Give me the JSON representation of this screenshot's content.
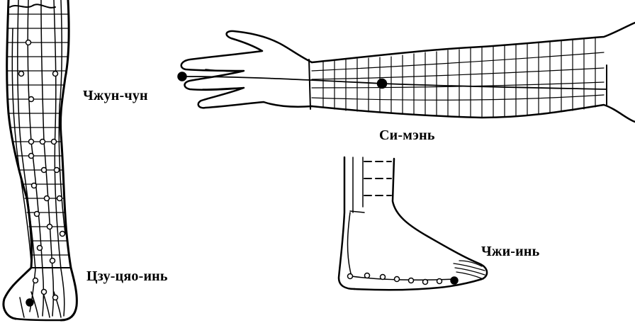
{
  "labels": {
    "zhun_chun": "Чжун-чун",
    "si_men": "Си-мэнь",
    "zhi_in": "Чжи-инь",
    "czu_cyao_in": "Цзу-цяо-инь"
  },
  "colors": {
    "background": "#ffffff",
    "ink": "#000000"
  },
  "point_marker_style": {
    "active_point": "filled-black",
    "other_points": "hollow-white"
  }
}
